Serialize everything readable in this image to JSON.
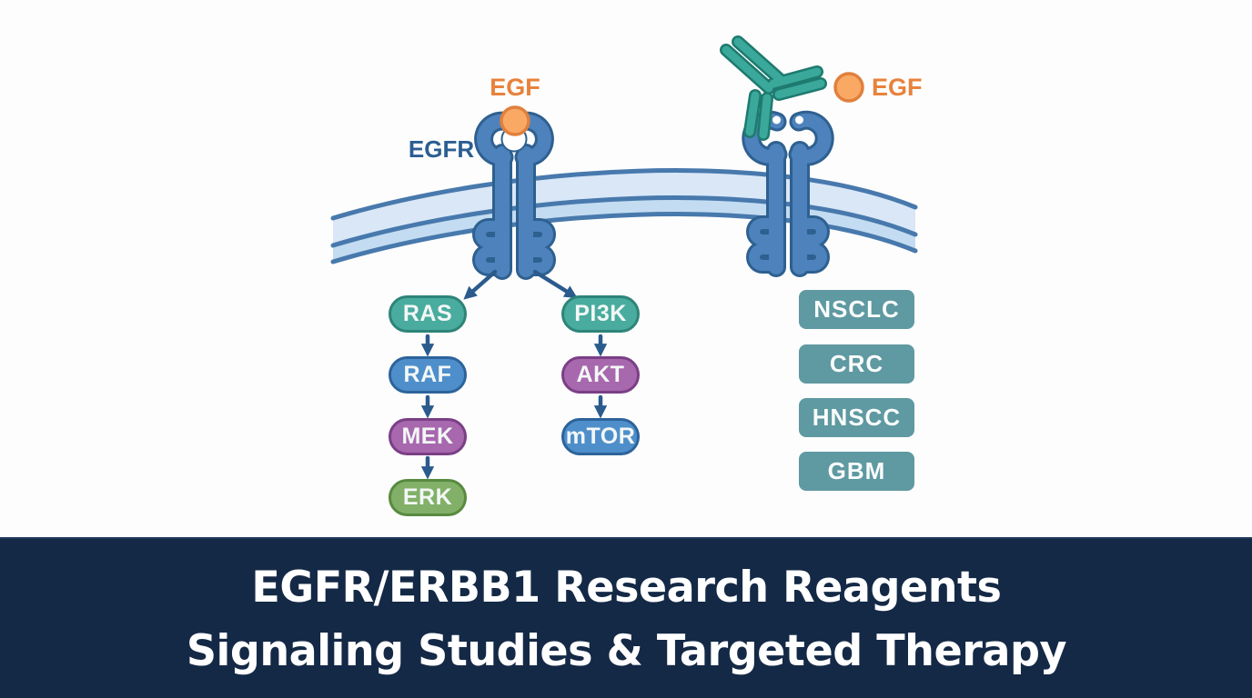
{
  "diagram": {
    "ligand_left": "EGF",
    "receptor": "EGFR",
    "ligand_right": "EGF",
    "cascade_left": [
      "RAS",
      "RAF",
      "MEK",
      "ERK"
    ],
    "cascade_right": [
      "PI3K",
      "AKT",
      "mTOR"
    ],
    "indications": [
      "NSCLC",
      "CRC",
      "HNSCC",
      "GBM"
    ]
  },
  "banner": {
    "line1": "EGFR/ERBB1 Research Reagents",
    "line2": "Signaling Studies & Targeted Therapy"
  },
  "palette": {
    "banner_bg": "#142946",
    "banner_text": "#ffffff",
    "receptor_fill": "#4d82bc",
    "receptor_outline": "#2e6090",
    "membrane_fill_light": "#d9e7f7",
    "membrane_fill_dark": "#c3dcf1",
    "membrane_line": "#4879ad",
    "ligand_fill": "#f9a963",
    "ligand_outline": "#e0803d",
    "ligand_text": "#e8823c",
    "receptor_label_text": "#2b5e92",
    "antibody_fill": "#3aa89a",
    "antibody_outline": "#1e7a6f",
    "node_teal": "#49ac9e",
    "node_blue": "#4e8fcb",
    "node_purple": "#a768ae",
    "node_green": "#82b068",
    "indication_bg": "#5f99a1",
    "arrow": "#2b5b8d"
  },
  "icons": {
    "egf_ligand": "orange-circle",
    "egfr_receptor": "blue-transmembrane-receptor",
    "antibody": "teal-y-shaped-antibody",
    "membrane": "curved-lipid-bilayer-band",
    "arrow": "navy-arrow"
  }
}
